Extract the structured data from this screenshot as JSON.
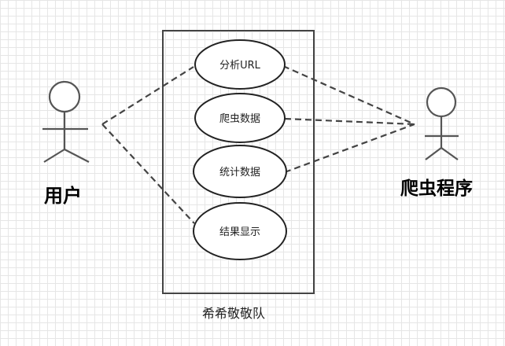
{
  "diagram": {
    "boundary_label": "希希敬敬队",
    "actors": {
      "user": "用户",
      "crawler": "爬虫程序"
    },
    "use_cases": [
      "分析URL",
      "爬虫数据",
      "统计数据",
      "结果显示"
    ]
  }
}
